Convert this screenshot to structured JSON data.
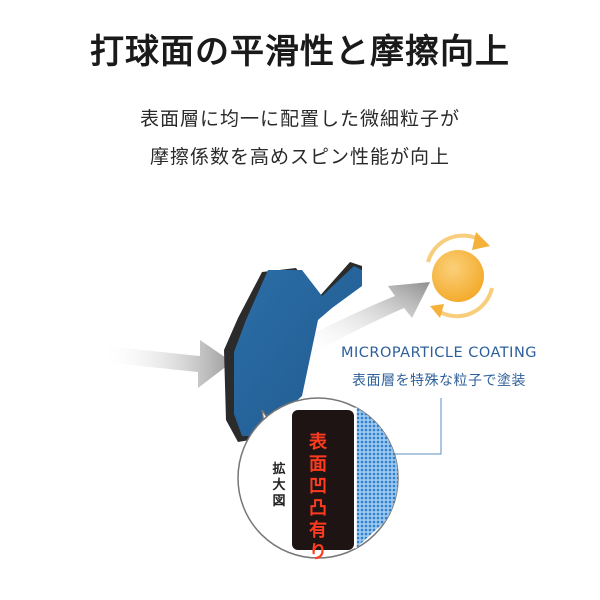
{
  "header": {
    "title": "打球面の平滑性と摩擦向上"
  },
  "description": {
    "line1": "表面層に均一に配置した微細粒子が",
    "line2": "摩擦係数を高めスピン性能が向上"
  },
  "diagram": {
    "coating_title": "MICROPARTICLE COATING",
    "coating_subtitle": "表面層を特殊な粒子で塗装",
    "magnify_label": "拡大図",
    "surface_label": "表面凹凸有り",
    "icons": [
      "incoming-ball-arrow-icon",
      "paddle-icon",
      "outgoing-ball-arrow-icon",
      "spin-ball-icon",
      "magnified-surface-icon"
    ],
    "colors": {
      "paddle_face": "#2a6aa3",
      "paddle_edge": "#2b2b2b",
      "coating_text": "#2d5f9a",
      "spin_ball": "#f6b335",
      "surface_label": "#ff3b1f",
      "dot_pattern": "#3b8fd8"
    }
  }
}
